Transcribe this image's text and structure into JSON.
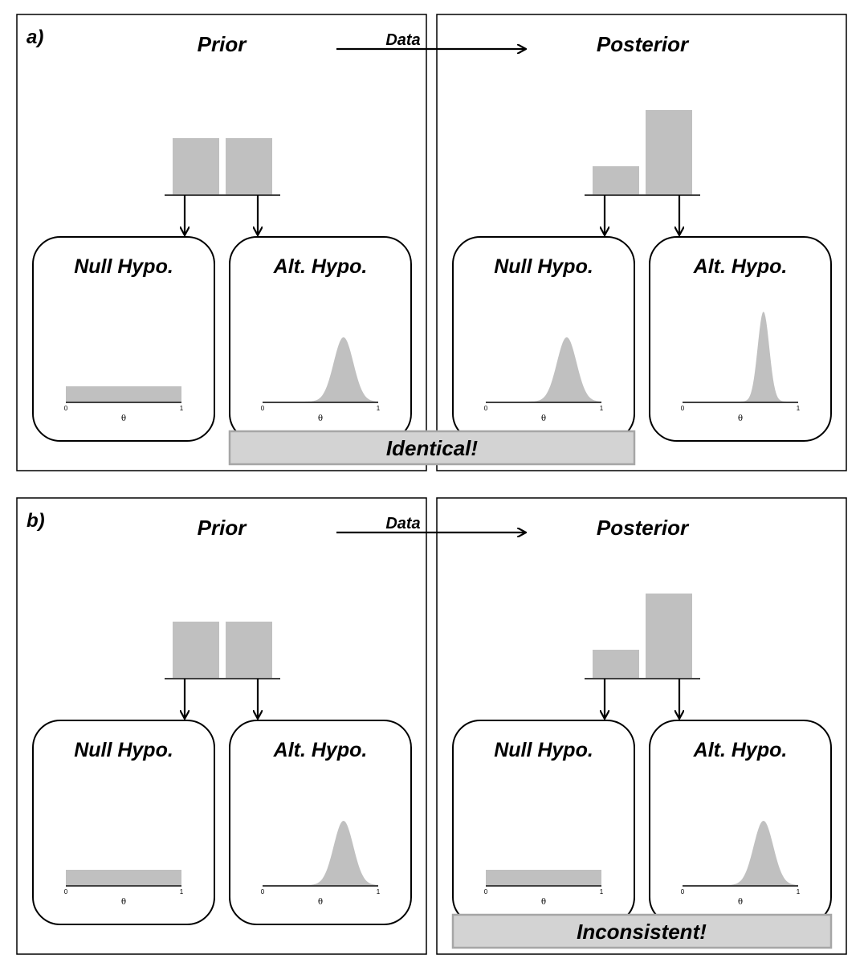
{
  "panels": [
    {
      "label": "a)",
      "prior_title": "Prior",
      "posterior_title": "Posterior",
      "data_label": "Data",
      "banner": "Identical!",
      "prior_model_probs": [
        0.5,
        0.5
      ],
      "posterior_model_probs": [
        0.25,
        0.75
      ],
      "boxes": [
        {
          "title": "Null Hypo.",
          "dist": "uniform",
          "sd": 0
        },
        {
          "title": "Alt. Hypo.",
          "dist": "normal",
          "sd": 0.085
        },
        {
          "title": "Null Hypo.",
          "dist": "normal",
          "sd": 0.085
        },
        {
          "title": "Alt. Hypo.",
          "dist": "normal",
          "sd": 0.05
        }
      ]
    },
    {
      "label": "b)",
      "prior_title": "Prior",
      "posterior_title": "Posterior",
      "data_label": "Data",
      "banner": "Inconsistent!",
      "prior_model_probs": [
        0.5,
        0.5
      ],
      "posterior_model_probs": [
        0.25,
        0.75
      ],
      "boxes": [
        {
          "title": "Null Hypo.",
          "dist": "uniform",
          "sd": 0
        },
        {
          "title": "Alt. Hypo.",
          "dist": "normal",
          "sd": 0.085
        },
        {
          "title": "Null Hypo.",
          "dist": "uniform",
          "sd": 0
        },
        {
          "title": "Alt. Hypo.",
          "dist": "normal",
          "sd": 0.085
        }
      ]
    }
  ],
  "axis": {
    "theta_label": "θ",
    "tick_min": "0",
    "tick_max": "1"
  },
  "colors": {
    "fill": "#c0c0c0",
    "banner_fill": "#d3d3d3",
    "banner_stroke": "#a6a6a6",
    "stroke": "#000000"
  }
}
